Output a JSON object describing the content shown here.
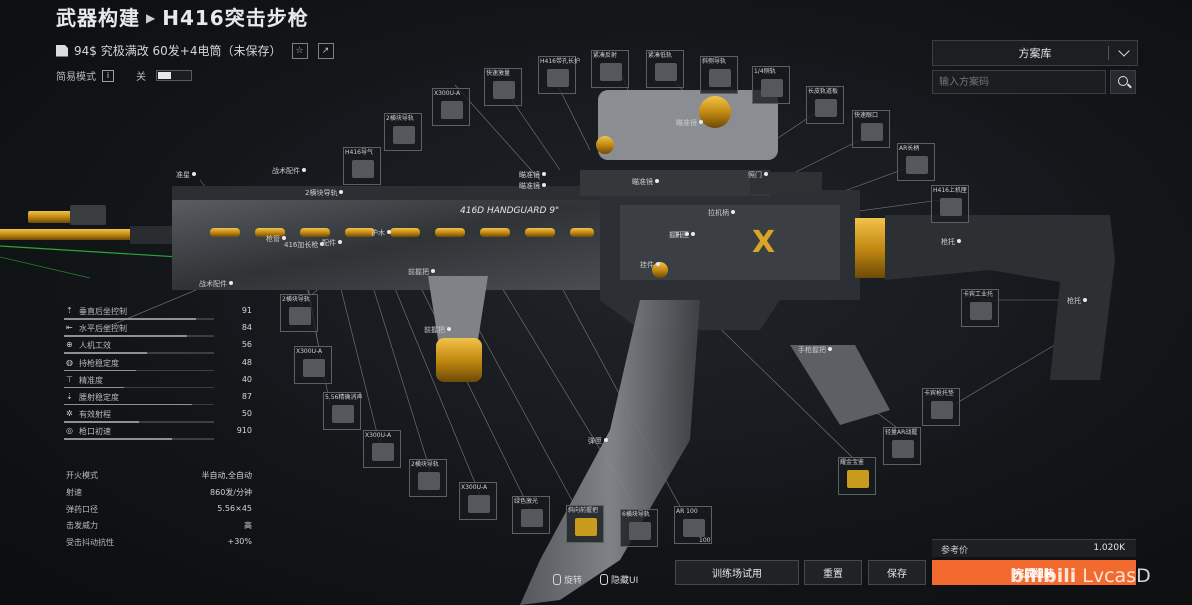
{
  "header": {
    "title": "武器构建",
    "subtitle": "H416突击步枪"
  },
  "build": {
    "price_line": "94$ 究极满改 60发+4电筒（未保存）"
  },
  "mode": {
    "label": "简易模式",
    "info": "i",
    "state": "关"
  },
  "library": {
    "label": "方案库",
    "search_placeholder": "输入方案码"
  },
  "stats": [
    {
      "label": "垂直后坐控制",
      "value": "91",
      "fill": 0.88
    },
    {
      "label": "水平后坐控制",
      "value": "84",
      "fill": 0.82
    },
    {
      "label": "人机工效",
      "value": "56",
      "fill": 0.55
    },
    {
      "label": "持枪稳定度",
      "value": "48",
      "fill": 0.48
    },
    {
      "label": "精准度",
      "value": "40",
      "fill": 0.4
    },
    {
      "label": "腰射稳定度",
      "value": "87",
      "fill": 0.85
    },
    {
      "label": "有效射程",
      "value": "50",
      "fill": 0.5
    },
    {
      "label": "枪口初速",
      "value": "910",
      "fill": 0.72
    }
  ],
  "properties": [
    {
      "label": "开火模式",
      "value": "半自动,全自动"
    },
    {
      "label": "射速",
      "value": "860发/分钟"
    },
    {
      "label": "弹药口径",
      "value": "5.56×45"
    },
    {
      "label": "击发威力",
      "value": "高"
    },
    {
      "label": "受击抖动抗性",
      "value": "+30%"
    }
  ],
  "parts": {
    "p1": "X300U-A",
    "p2": "快速激量",
    "p3": "H416带孔长护",
    "p4": "紧凑反射",
    "p5": "紧凑低轨",
    "p6": "斜侧导轨",
    "p7": "1/4侧轨",
    "p8": "长皮轨道板",
    "p9": "2横块导轨",
    "p10": "快速眼口",
    "p11": "AR长柄",
    "p12": "H416导气",
    "p13": "H416上机匣",
    "p14": "卡宾工业托",
    "p15": "2横块导轨",
    "p16": "X300U-A",
    "p17": "5.56精确消声",
    "p18": "X300U-A",
    "p19": "2横块导轨",
    "p20": "X300U-A",
    "p21": "绿色激光",
    "p22": "斜向前握把",
    "p23": "6横块导轨",
    "p24": "AR 100",
    "p24_count": "100",
    "p25": "卡宾枪托垫",
    "p26": "轻量AR战握",
    "p27": "耀金宝鉴"
  },
  "tags": {
    "t1": "准星",
    "t2": "战术配件",
    "t3": "2横块导轨",
    "t4": "瞄准镜",
    "t5": "瞄准镜",
    "t6": "瞄准镜",
    "t7": "瞄准镜",
    "t8": "照门",
    "t9": "拉机柄",
    "t10": "枪管",
    "t11": "416加长枪",
    "t12": "配件",
    "t13": "护木",
    "t14": "机匣",
    "t15": "枪托",
    "t16": "战术配件",
    "t17": "前握把",
    "t18": "前握把",
    "t19": "弹匣",
    "t20": "手枪握把",
    "t21": "枪托",
    "t22": "挂件",
    "t23": "握杆"
  },
  "gun": {
    "rail_text": "416D HANDGUARD 9\""
  },
  "reference": {
    "label": "参考价",
    "value": "1.020K"
  },
  "buttons": {
    "range": "训练场试用",
    "reset": "重置",
    "save": "保存",
    "finish": "完成组装"
  },
  "hints": {
    "rotate": "旋转",
    "hide": "隐藏UI"
  },
  "watermark": {
    "logo": "bilibili",
    "name": "LvcasD"
  },
  "colors": {
    "accent": "#f26a2e",
    "gold": "#c89a1d",
    "laser": "#2ecc40"
  }
}
